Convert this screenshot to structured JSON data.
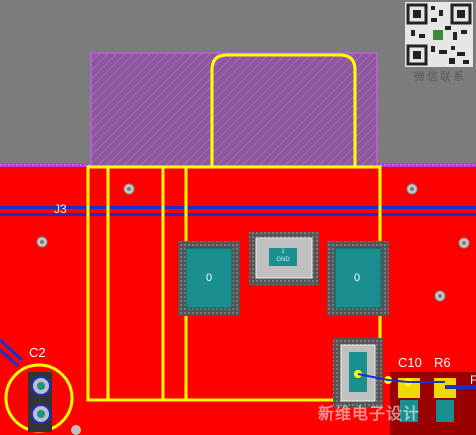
{
  "board": {
    "component_labels": {
      "j3": "J3",
      "c2": "C2",
      "c10": "C10",
      "r6": "R6",
      "partial_right": "F"
    },
    "pad_values": {
      "left": "0",
      "right": "0",
      "center_top": "1",
      "center_net": "GND"
    },
    "overlay": {
      "qr_caption": "微信联系",
      "watermark": "新维电子设计"
    },
    "colors": {
      "background_gray": "#7c7c7c",
      "copper_red": "#ff0000",
      "silkscreen_yellow": "#ffff00",
      "keepout_purple": "#b040d0",
      "trace_blue": "#1a2fd0",
      "pad_teal": "#1a8f8f",
      "pad_gray": "#c0c0c0"
    }
  }
}
